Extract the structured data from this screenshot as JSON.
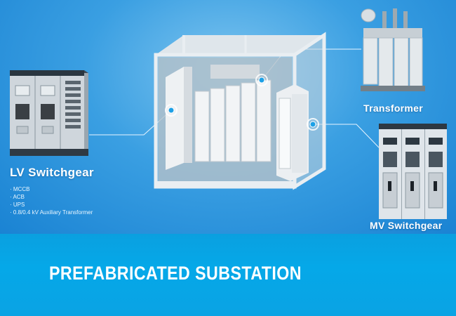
{
  "banner": {
    "title": "PREFABRICATED SUBSTATION"
  },
  "lv_switchgear": {
    "title": "LV Switchgear",
    "items": [
      "MCCB",
      "ACB",
      "UPS",
      "0.8/0.4 kV Auxiliary Transformer"
    ]
  },
  "transformer": {
    "title": "Transformer"
  },
  "mv_switchgear": {
    "title": "MV Switchgear"
  },
  "colors": {
    "banner": "#05a8e8",
    "background": "#3a9fe2",
    "connector": "#e8f4ff",
    "hotspot": "#1da0e6"
  }
}
